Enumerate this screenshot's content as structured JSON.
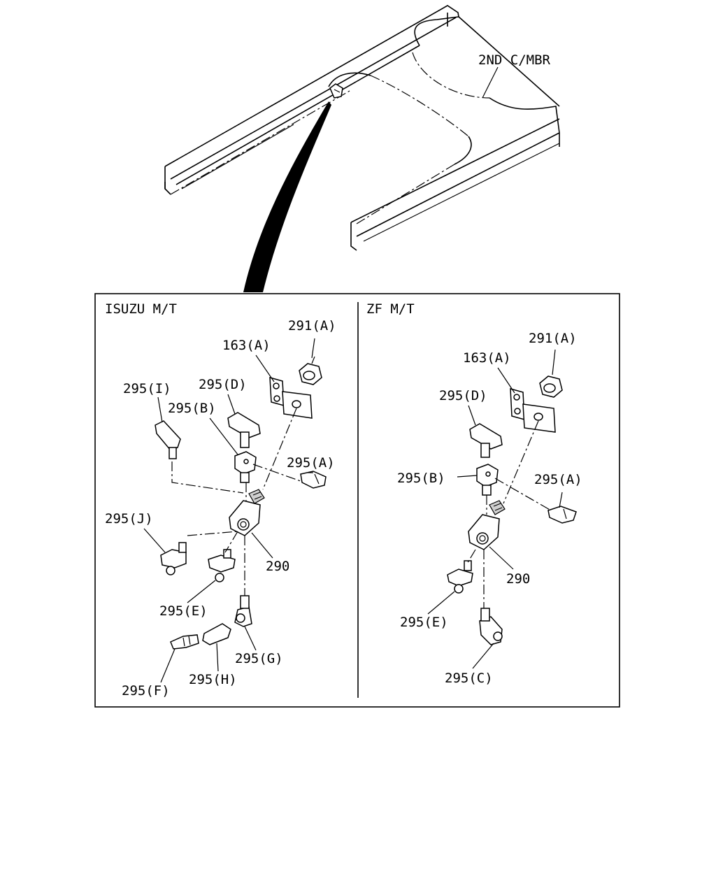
{
  "frame": {
    "label": "2ND C/MBR"
  },
  "panels": {
    "left": {
      "title": "ISUZU M/T",
      "labels": {
        "p291a": "291(A)",
        "p163a": "163(A)",
        "p295i": "295(I)",
        "p295d": "295(D)",
        "p295b": "295(B)",
        "p295a": "295(A)",
        "p295j": "295(J)",
        "p290": "290",
        "p295e": "295(E)",
        "p295g": "295(G)",
        "p295f": "295(F)",
        "p295h": "295(H)"
      }
    },
    "right": {
      "title": "ZF M/T",
      "labels": {
        "p291a": "291(A)",
        "p163a": "163(A)",
        "p295d": "295(D)",
        "p295b": "295(B)",
        "p295a": "295(A)",
        "p290": "290",
        "p295e": "295(E)",
        "p295c": "295(C)"
      }
    }
  }
}
